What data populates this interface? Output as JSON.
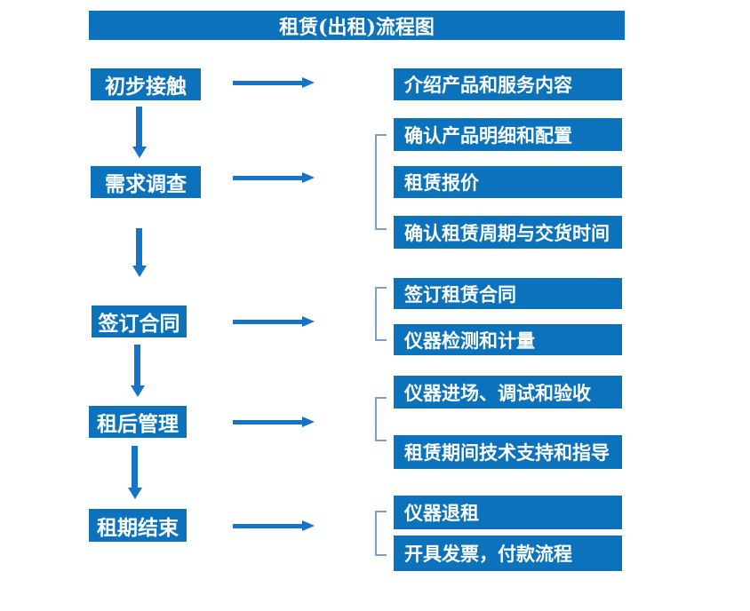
{
  "title": "租赁(出租)流程图",
  "colors": {
    "box_blue": "#0C72BC",
    "arrow_blue": "#1574C8",
    "bracket_blue": "#7E9FCB",
    "text_white": "#FFFFFF"
  },
  "flow": {
    "steps": [
      {
        "label": "初步接触",
        "details": [
          "介绍产品和服务内容"
        ]
      },
      {
        "label": "需求调查",
        "details": [
          "确认产品明细和配置",
          "租赁报价",
          "确认租赁周期与交货时间"
        ]
      },
      {
        "label": "签订合同",
        "details": [
          "签订租赁合同",
          "仪器检测和计量"
        ]
      },
      {
        "label": "租后管理",
        "details": [
          "仪器进场、调试和验收",
          "租赁期间技术支持和指导"
        ]
      },
      {
        "label": "租期结束",
        "details": [
          "仪器退租",
          "开具发票，付款流程"
        ]
      }
    ]
  }
}
